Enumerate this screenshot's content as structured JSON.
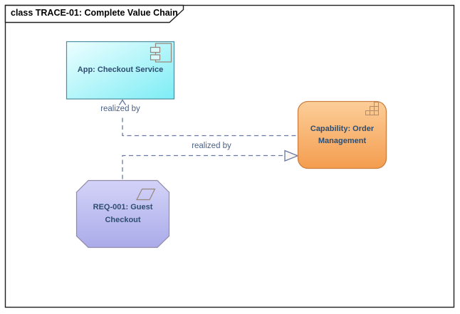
{
  "diagram": {
    "frame_title": "class TRACE-01: Complete Value Chain"
  },
  "nodes": [
    {
      "name": "App: Checkout Service",
      "kind": "application-component",
      "icon": "component-icon",
      "fill_top": "#EDFEFF",
      "fill_bottom": "#7DEDF5",
      "border": "#4E8CA0"
    },
    {
      "name": "Capability: Order Management",
      "kind": "capability",
      "icon": "capability-stairs-icon",
      "fill_top": "#FCCE99",
      "fill_bottom": "#F49D4F",
      "border": "#CD7F41"
    },
    {
      "name": "REQ-001: Guest Checkout",
      "kind": "requirement",
      "icon": "parallelogram-icon",
      "fill_top": "#D3D3F8",
      "fill_bottom": "#ABABEA",
      "border": "#9189A6"
    }
  ],
  "connectors": [
    {
      "label": "realized by",
      "from": "Capability: Order Management",
      "to": "App: Checkout Service",
      "style": "dashed",
      "arrow": "open-chevron"
    },
    {
      "label": "realized by",
      "from": "REQ-001: Guest Checkout",
      "to": "Capability: Order Management",
      "style": "dashed",
      "arrow": "hollow-triangle"
    }
  ],
  "colors": {
    "connector_line": "#6678A3",
    "connector_label_text": "#4D6287",
    "node_text": "#2E4D70",
    "icon_stroke": "#97857A",
    "frame_border": "#1F1F1F",
    "background": "#FFFFFF",
    "triangle_fill": "#FBF6F3"
  }
}
